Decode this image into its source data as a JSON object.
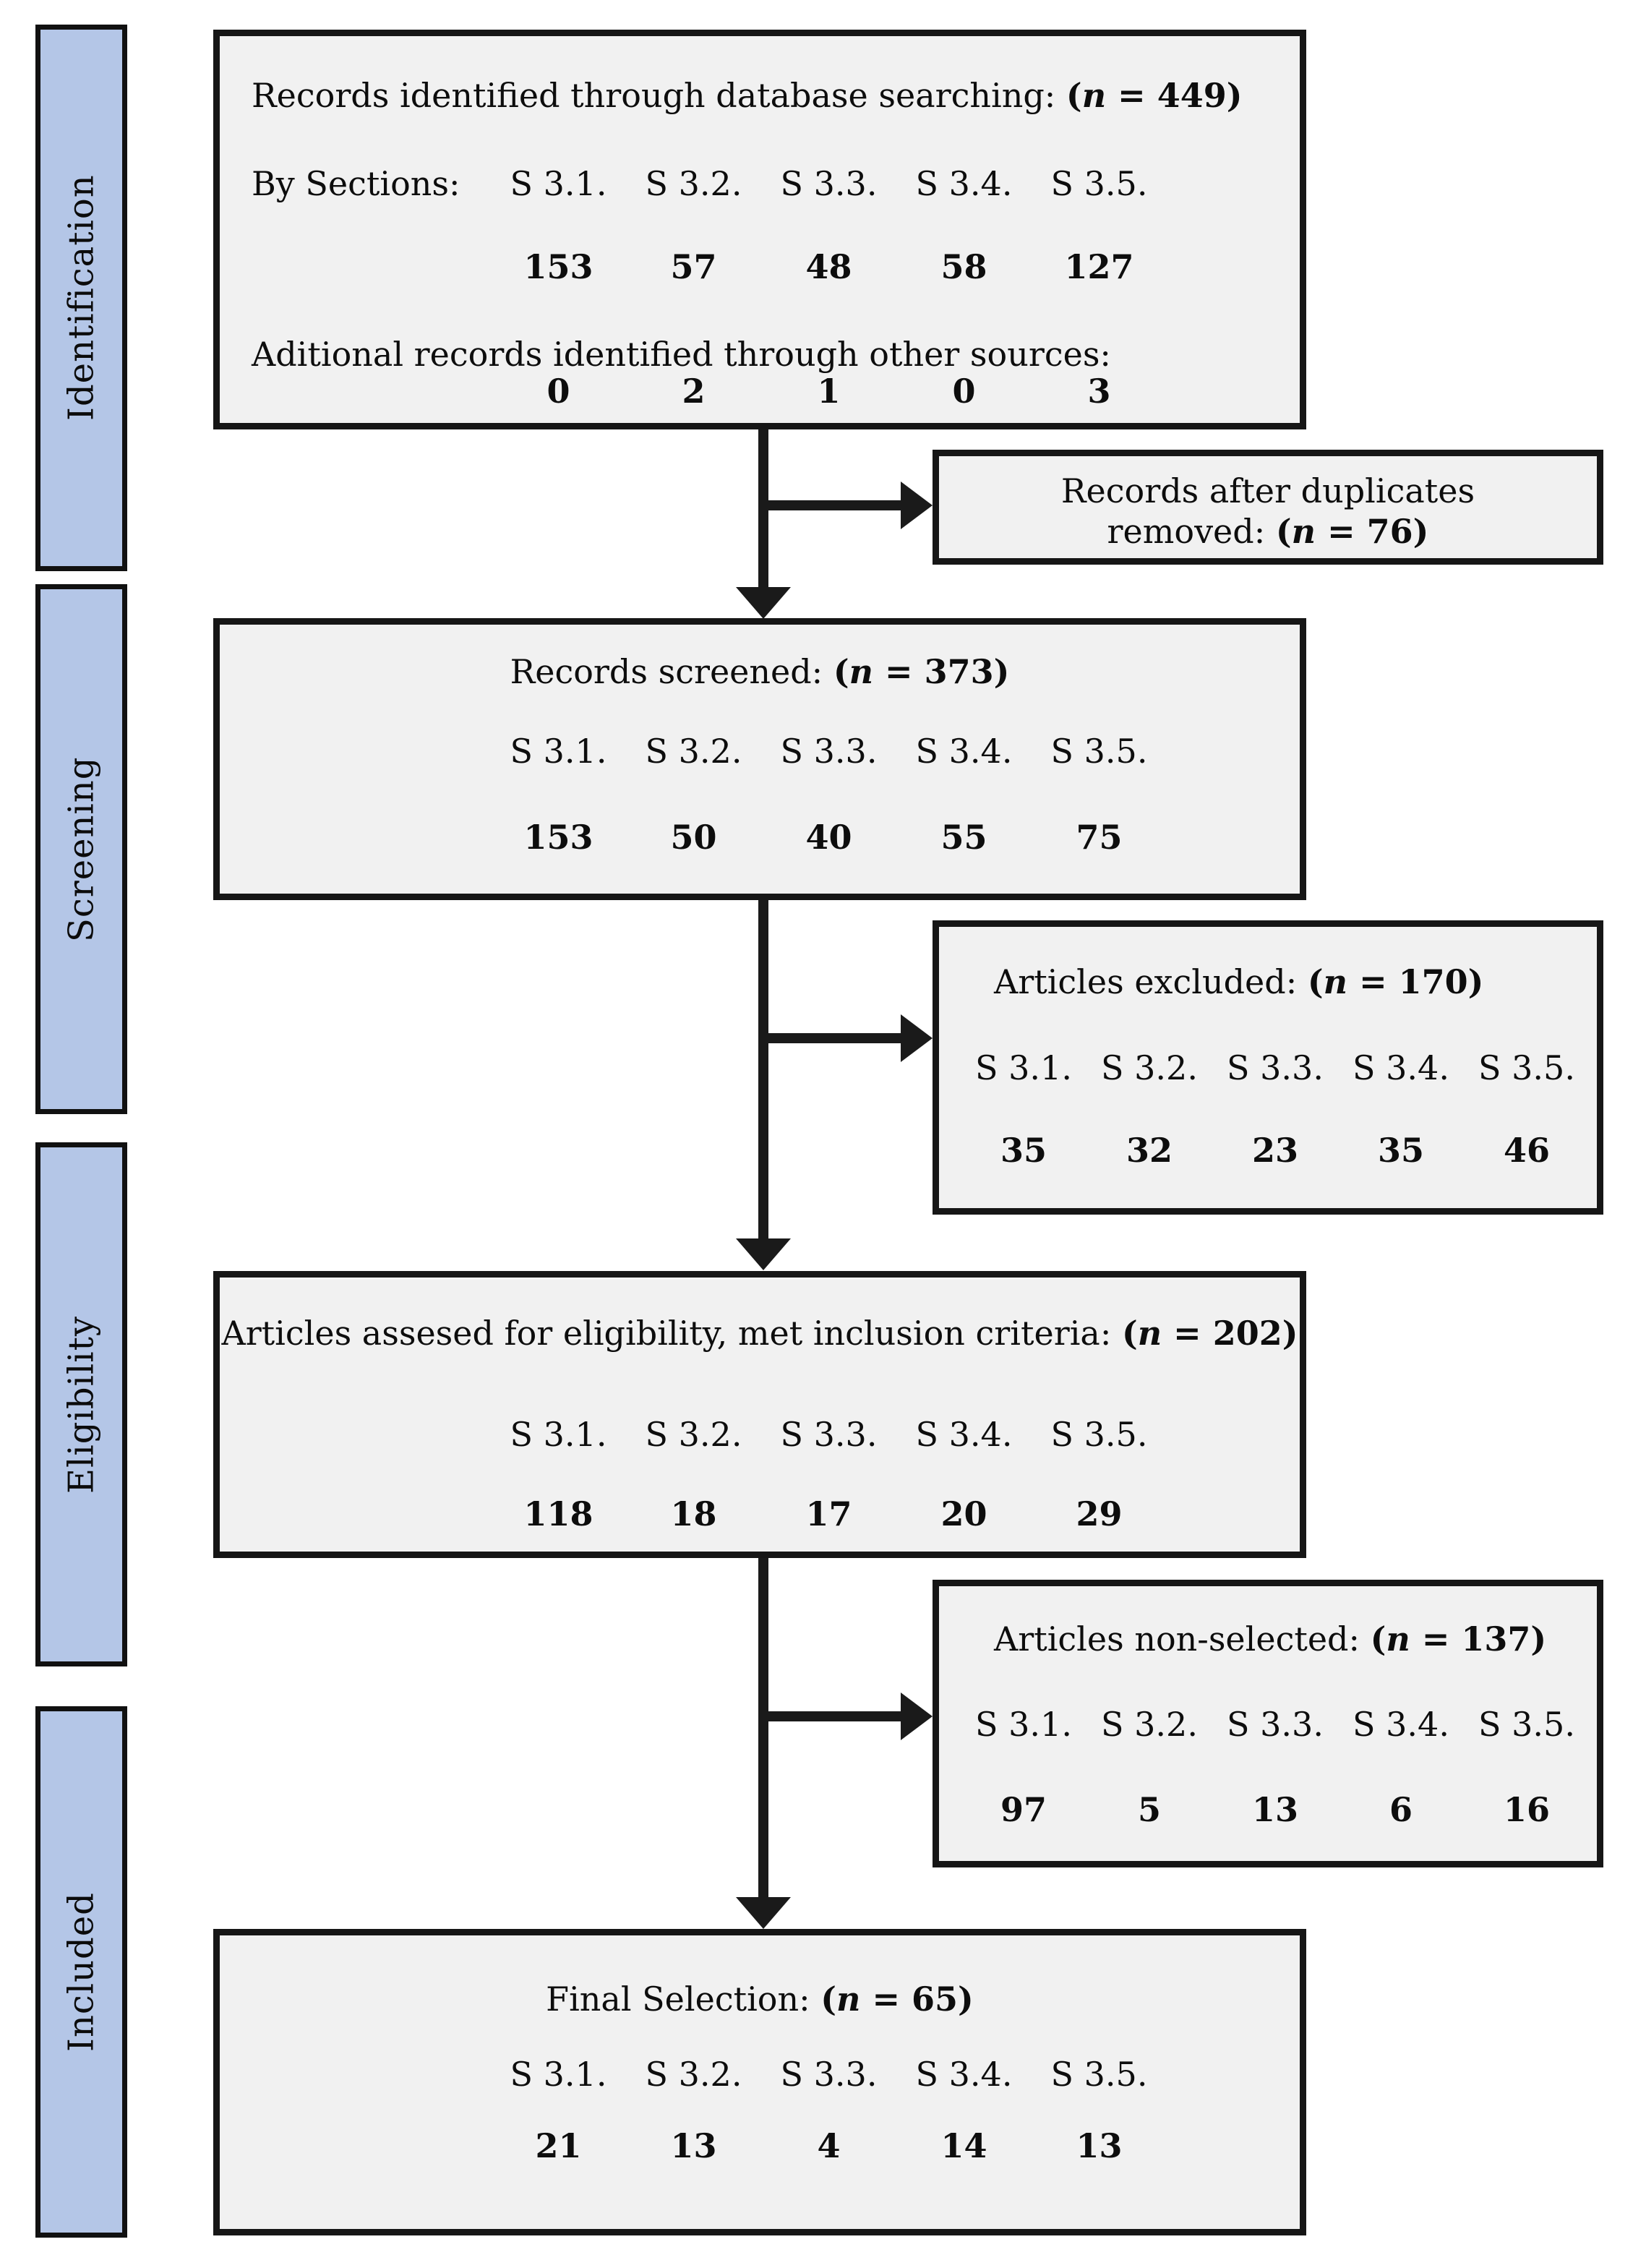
{
  "palette": {
    "sidebar_fill": "#b4c6e7",
    "box_fill": "#f1f1f1",
    "border": "#161616",
    "arrow": "#1a1a1a",
    "background": "#ffffff"
  },
  "sidebar": {
    "items": [
      {
        "label": "Identification"
      },
      {
        "label": "Screening"
      },
      {
        "label": "Eligibility"
      },
      {
        "label": "Included"
      }
    ]
  },
  "columns": [
    "S 3.1.",
    "S 3.2.",
    "S 3.3.",
    "S 3.4.",
    "S 3.5."
  ],
  "boxes": {
    "identified": {
      "title": "Records identified through database searching: ",
      "n": "449",
      "by_sections_label": "By Sections:",
      "values": [
        "153",
        "57",
        "48",
        "58",
        "127"
      ],
      "additional_label": "Aditional records identified through other sources:",
      "additional_values": [
        "0",
        "2",
        "1",
        "0",
        "3"
      ]
    },
    "duplicates": {
      "line1": "Records after duplicates",
      "line2": "removed:  ",
      "n": "76"
    },
    "screened": {
      "title": "Records screened: ",
      "n": "373",
      "values": [
        "153",
        "50",
        "40",
        "55",
        "75"
      ]
    },
    "excluded": {
      "title": "Articles excluded: ",
      "n": "170",
      "values": [
        "35",
        "32",
        "23",
        "35",
        "46"
      ]
    },
    "assessed": {
      "title": "Articles assesed for eligibility, met inclusion criteria: ",
      "n": "202",
      "values": [
        "118",
        "18",
        "17",
        "20",
        "29"
      ]
    },
    "nonselected": {
      "title": "Articles non-selected: ",
      "n": "137",
      "values": [
        "97",
        "5",
        "13",
        "6",
        "16"
      ]
    },
    "final": {
      "title": "Final Selection: ",
      "n": "65",
      "values": [
        "21",
        "13",
        "4",
        "14",
        "13"
      ]
    }
  }
}
